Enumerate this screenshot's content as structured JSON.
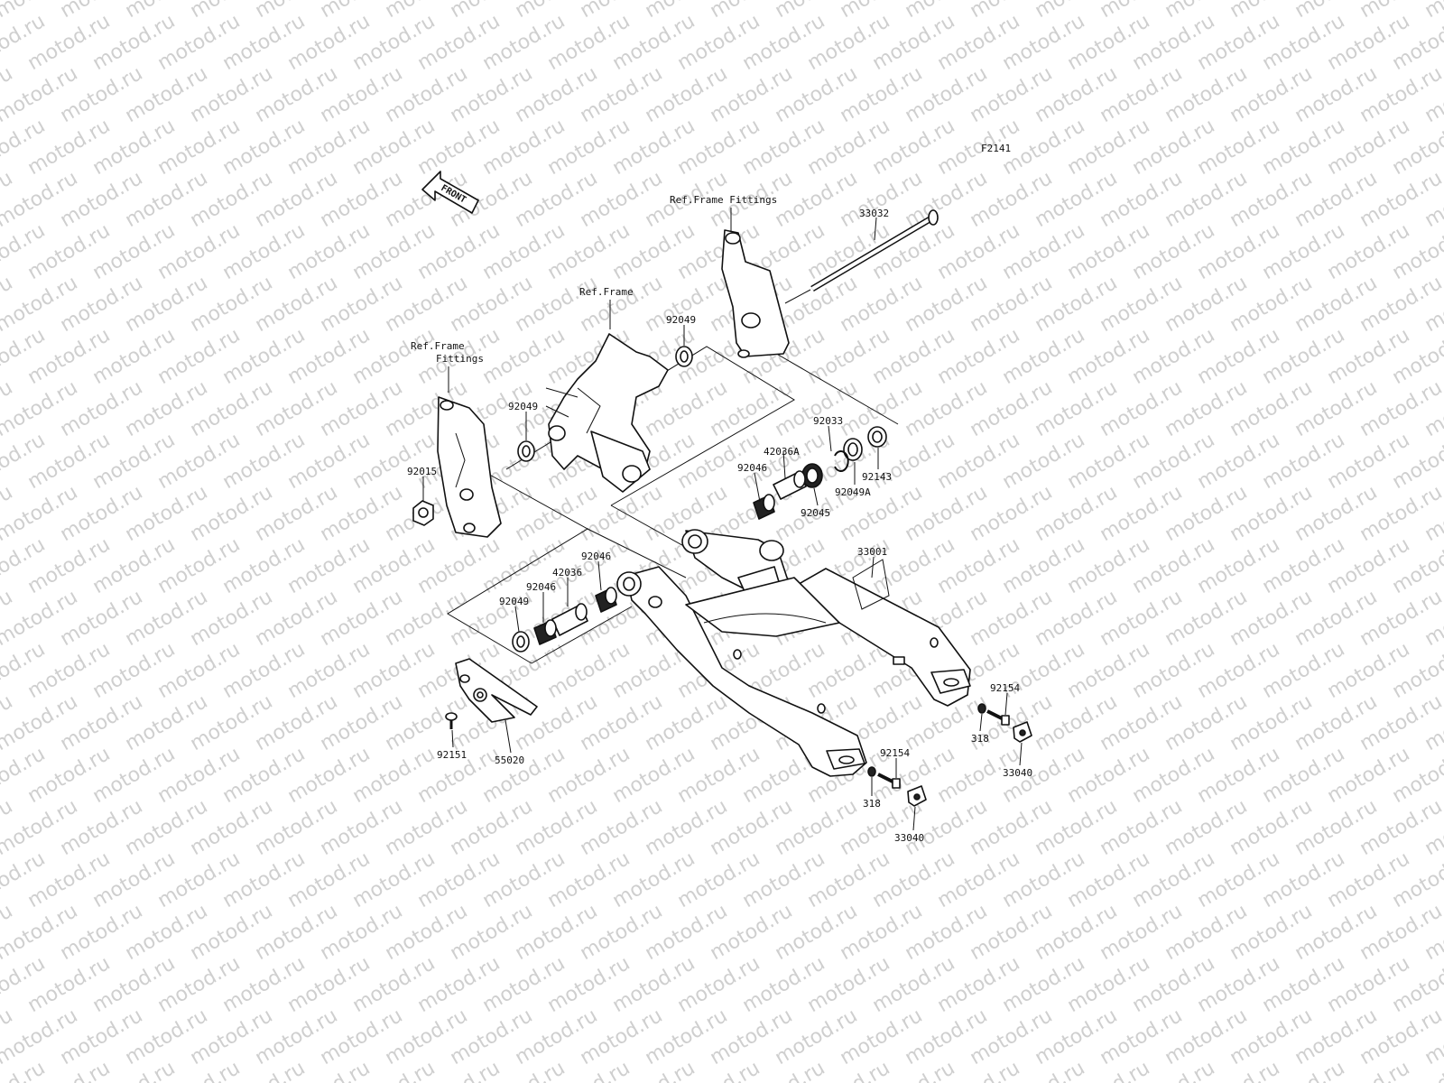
{
  "watermark": "motod.ru",
  "figure_code": "F2141",
  "front_arrow": {
    "text": "FRONT",
    "icon": "front-arrow-icon"
  },
  "refs": {
    "frame": "Ref.Frame",
    "frame_fittings_right": "Ref.Frame Fittings",
    "frame_fittings_left_1": "Ref.Frame",
    "frame_fittings_left_2": "Fittings"
  },
  "callouts": [
    "33032",
    "92049",
    "92049",
    "92015",
    "92033",
    "92143",
    "42036A",
    "92046",
    "92049A",
    "92045",
    "33001",
    "92046",
    "42036",
    "92046",
    "92049",
    "92154",
    "318",
    "33040",
    "92154",
    "318",
    "33040",
    "92151",
    "55020"
  ]
}
